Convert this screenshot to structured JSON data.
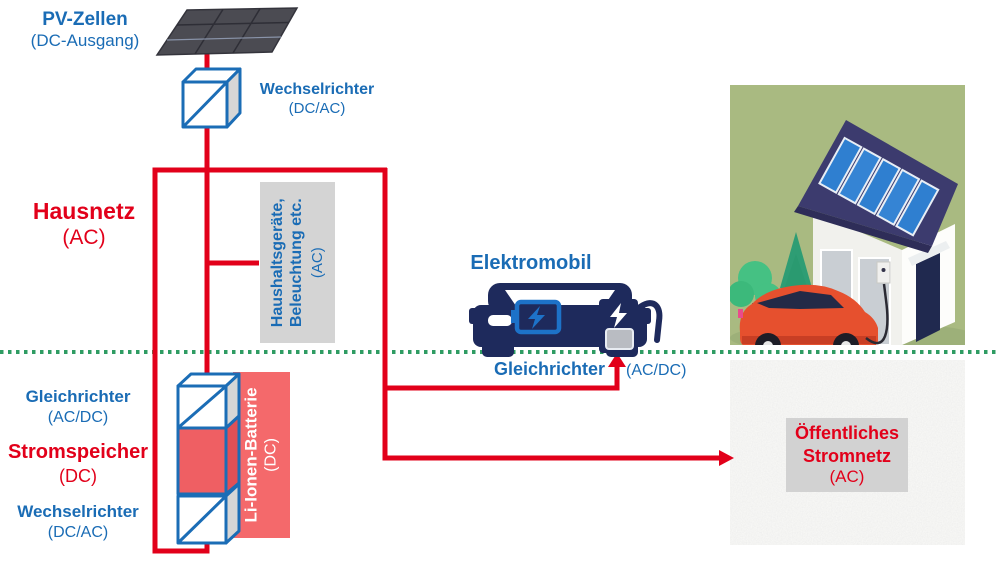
{
  "diagram": {
    "pv": {
      "title": "PV-Zellen",
      "subtitle": "(DC-Ausgang)"
    },
    "inverter_top": {
      "title": "Wechselrichter",
      "subtitle": "(DC/AC)"
    },
    "hausnetz": {
      "title": "Hausnetz",
      "subtitle": "(AC)"
    },
    "appliances": {
      "line1": "Haushaltsgeräte,",
      "line2": "Beleuchtung etc.",
      "subtitle": "(AC)"
    },
    "elektromobil": {
      "title": "Elektromobil"
    },
    "ev_rectifier": {
      "title": "Gleichrichter",
      "subtitle": "(AC/DC)"
    },
    "storage_rectifier": {
      "title": "Gleichrichter",
      "subtitle": "(AC/DC)"
    },
    "storage": {
      "title": "Stromspeicher",
      "subtitle": "(DC)"
    },
    "storage_inverter": {
      "title": "Wechselrichter",
      "subtitle": "(DC/AC)"
    },
    "battery": {
      "title": "Li-Ionen-Batterie",
      "subtitle": "(DC)"
    },
    "public_grid": {
      "line1": "Öffentliches",
      "line2": "Stromnetz",
      "subtitle": "(AC)"
    }
  },
  "colors": {
    "wire_red": "#e2001a",
    "label_blue": "#1a6cb5",
    "label_red": "#e2001a",
    "icon_navy": "#1e2a5c",
    "icon_blue": "#1b6db6",
    "battery_salmon": "#f4696b",
    "box_gray": "#d4d4d4",
    "separator_green": "#2f9c63",
    "scene_green": "#a9ba81"
  }
}
